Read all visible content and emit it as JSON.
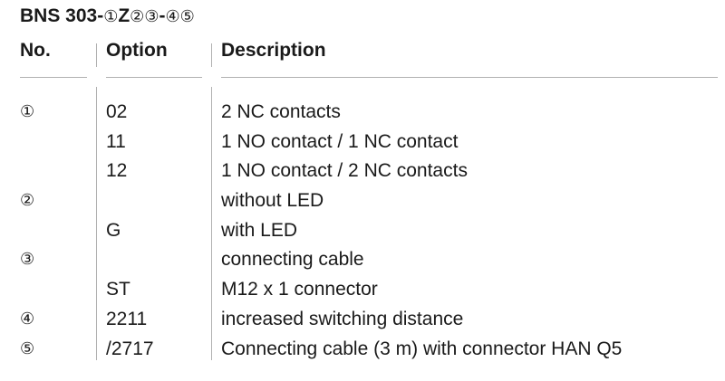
{
  "code": {
    "prefix": "BNS 303-",
    "p1": "①",
    "z": "Z",
    "p2": "②",
    "p3": "③",
    "sep": "-",
    "p4": "④",
    "p5": "⑤"
  },
  "columns": {
    "no": "No.",
    "option": "Option",
    "description": "Description"
  },
  "rows": [
    {
      "no": "①",
      "option": "02",
      "description": "2 NC contacts"
    },
    {
      "no": "",
      "option": "11",
      "description": "1 NO contact / 1 NC contact"
    },
    {
      "no": "",
      "option": "12",
      "description": "1 NO contact / 2 NC contacts"
    },
    {
      "no": "②",
      "option": "",
      "description": "without LED"
    },
    {
      "no": "",
      "option": "G",
      "description": "with LED"
    },
    {
      "no": "③",
      "option": "",
      "description": "connecting cable"
    },
    {
      "no": "",
      "option": "ST",
      "description": "M12 x 1 connector"
    },
    {
      "no": "④",
      "option": "2211",
      "description": "increased switching distance"
    },
    {
      "no": "⑤",
      "option": "/2717",
      "description": "Connecting cable (3 m) with connector HAN Q5"
    }
  ]
}
